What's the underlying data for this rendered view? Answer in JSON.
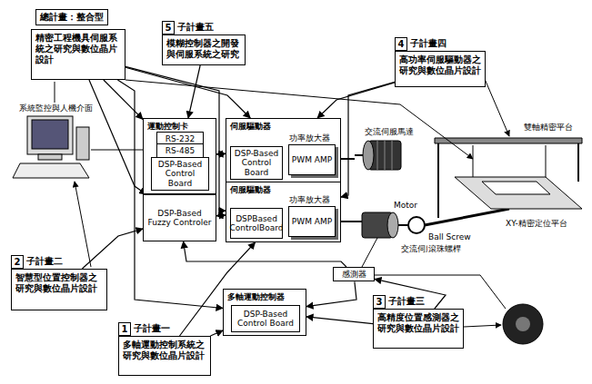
{
  "diagram": {
    "nodes": [
      {
        "text": [
          "總計畫：整合型",
          "精密工程機具伺服系統之研究與數位晶片設計"
        ]
      },
      {
        "text": [
          "5",
          "子計畫五",
          "模糊控制器之開發與伺服系統之研究"
        ]
      },
      {
        "text": [
          "4",
          "子計畫四",
          "高功率伺服驅動器之研究與數位晶片設計"
        ]
      },
      {
        "text": [
          "運動控制卡"
        ]
      },
      {
        "text": [
          "RS-232"
        ],
        "in": 3
      },
      {
        "text": [
          "RS-485"
        ],
        "in": 3
      },
      {
        "text": [
          "DSP-Based Control Board"
        ],
        "in": 3
      },
      {
        "text": [
          "DSP-Based Fuzzy Controler"
        ]
      },
      {
        "text": [
          "伺服驅動器"
        ]
      },
      {
        "text": [
          "DSP-Based Control Board"
        ],
        "in": 8
      },
      {
        "text": [
          "功率放大器",
          "PWM AMP"
        ],
        "in": 8
      },
      {
        "text": [
          "伺服驅動器"
        ]
      },
      {
        "text": [
          "DSPBased ControlBoard"
        ],
        "in": 11
      },
      {
        "text": [
          "功率放大器",
          "PWM AMP"
        ],
        "in": 11
      },
      {
        "text": [
          "2",
          "子計畫二",
          "智慧型位置控制器之研究與數位晶片設計"
        ]
      },
      {
        "text": [
          "多軸運動控制器"
        ]
      },
      {
        "text": [
          "DSP-Based Control Board"
        ],
        "in": 15
      },
      {
        "text": [
          "感測器"
        ]
      },
      {
        "text": [
          "1",
          "子計畫一",
          "多軸運動控制系統之研究與數位晶片設計"
        ]
      },
      {
        "text": [
          "3",
          "子計畫三",
          "高精度位置感測器之研究與數位晶片設計"
        ]
      }
    ],
    "edges": [
      {
        "from": 0,
        "to": 3,
        "arrow": "to"
      },
      {
        "from": 0,
        "to": 7,
        "arrow": "to"
      },
      {
        "from": 0,
        "to": 8,
        "arrow": "to"
      },
      {
        "from": 0,
        "to": 11,
        "arrow": "to"
      },
      {
        "from": 0,
        "to": 15,
        "arrow": "to"
      },
      {
        "from": 1,
        "to": 3,
        "arrow": "to"
      },
      {
        "from": 2,
        "to": 8,
        "arrow": "to"
      },
      {
        "from": 2,
        "to": 11,
        "arrow": "to"
      },
      {
        "from": 14,
        "to": 7,
        "arrow": "to"
      },
      {
        "from": 18,
        "to": 15,
        "arrow": "to"
      },
      {
        "from": 18,
        "to": 11,
        "arrow": "to"
      },
      {
        "from": 19,
        "to": 17,
        "arrow": "to"
      },
      {
        "from": 19,
        "to": 15,
        "arrow": "to"
      },
      {
        "from": 3,
        "to": 8,
        "arrow": "both"
      },
      {
        "from": 7,
        "to": 11,
        "arrow": "both"
      },
      {
        "from": 17,
        "to": 15,
        "arrow": "to"
      },
      {
        "from": 17,
        "to": 7,
        "arrow": "to"
      }
    ],
    "labels": [
      "系統監控與人機介面",
      "交流伺服馬達",
      "Motor",
      "交流伺服馬達",
      "Ball Screw",
      "滾珠螺桿",
      "XY-精密定位平台",
      "雙軸精密平台"
    ]
  }
}
